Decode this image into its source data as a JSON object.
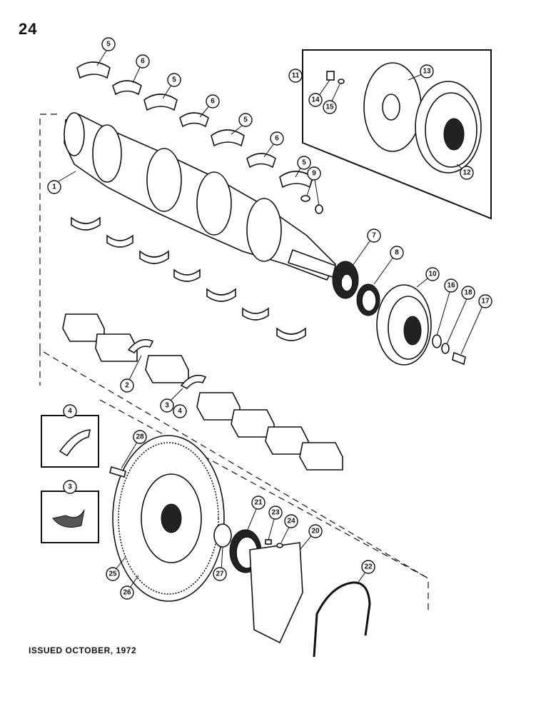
{
  "page_number": "24",
  "footer": "ISSUED OCTOBER, 1972",
  "callouts": [
    {
      "id": "c1",
      "label": "1"
    },
    {
      "id": "c2",
      "label": "2"
    },
    {
      "id": "c3a",
      "label": "3"
    },
    {
      "id": "c3b",
      "label": "3"
    },
    {
      "id": "c4a",
      "label": "4"
    },
    {
      "id": "c4b",
      "label": "4"
    },
    {
      "id": "c5a",
      "label": "5"
    },
    {
      "id": "c5b",
      "label": "5"
    },
    {
      "id": "c5c",
      "label": "5"
    },
    {
      "id": "c5d",
      "label": "5"
    },
    {
      "id": "c6a",
      "label": "6"
    },
    {
      "id": "c6b",
      "label": "6"
    },
    {
      "id": "c6c",
      "label": "6"
    },
    {
      "id": "c7",
      "label": "7"
    },
    {
      "id": "c8",
      "label": "8"
    },
    {
      "id": "c9",
      "label": "9"
    },
    {
      "id": "c10",
      "label": "10"
    },
    {
      "id": "c11",
      "label": "11"
    },
    {
      "id": "c12",
      "label": "12"
    },
    {
      "id": "c13",
      "label": "13"
    },
    {
      "id": "c14",
      "label": "14"
    },
    {
      "id": "c15",
      "label": "15"
    },
    {
      "id": "c16",
      "label": "16"
    },
    {
      "id": "c17",
      "label": "17"
    },
    {
      "id": "c18",
      "label": "18"
    },
    {
      "id": "c20",
      "label": "20"
    },
    {
      "id": "c21",
      "label": "21"
    },
    {
      "id": "c22",
      "label": "22"
    },
    {
      "id": "c23",
      "label": "23"
    },
    {
      "id": "c24",
      "label": "24"
    },
    {
      "id": "c25",
      "label": "25"
    },
    {
      "id": "c26",
      "label": "26"
    },
    {
      "id": "c27",
      "label": "27"
    },
    {
      "id": "c28",
      "label": "28"
    }
  ]
}
